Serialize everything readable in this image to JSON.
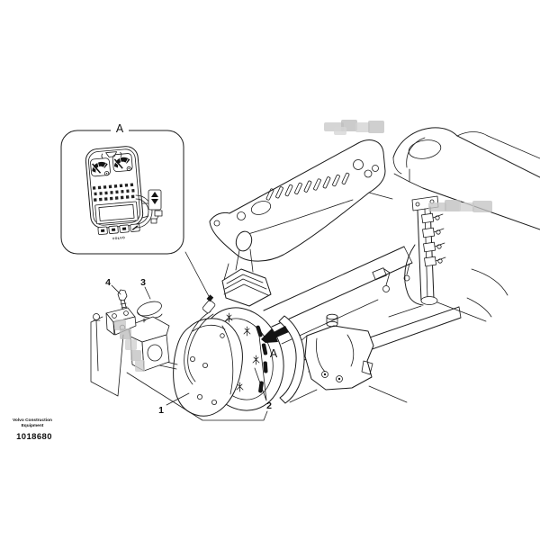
{
  "callout": {
    "label": "A"
  },
  "view_arrow": {
    "label": "A"
  },
  "parts": {
    "1": "1",
    "2": "2",
    "3": "3",
    "4": "4"
  },
  "instrument_panel": {
    "brand": "VOLVO",
    "gauges": 2,
    "indicator_icon_rows": 3,
    "buttons": 4
  },
  "footer": {
    "company_line1": "Volvo Construction",
    "company_line2": "Equipment",
    "document_number": "1018680"
  }
}
